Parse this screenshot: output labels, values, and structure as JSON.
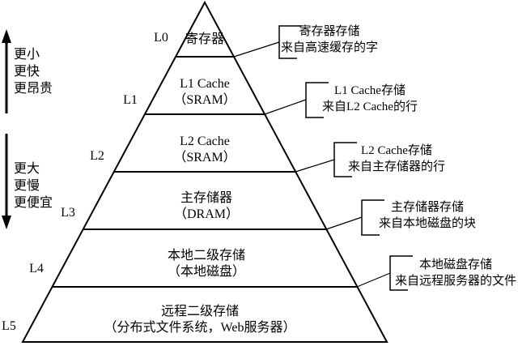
{
  "colors": {
    "line": "#000000",
    "background": "#ffffff"
  },
  "left_annotations": {
    "top": {
      "line1": "更小",
      "line2": "更快",
      "line3": "更昂贵"
    },
    "bottom": {
      "line1": "更大",
      "line2": "更慢",
      "line3": "更便宜"
    }
  },
  "levels": [
    {
      "id": "L0",
      "caption_line1": "寄存器",
      "caption_line2": ""
    },
    {
      "id": "L1",
      "caption_line1": "L1 Cache",
      "caption_line2": "（SRAM）"
    },
    {
      "id": "L2",
      "caption_line1": "L2 Cache",
      "caption_line2": "（SRAM）"
    },
    {
      "id": "L3",
      "caption_line1": "主存储器",
      "caption_line2": "（DRAM）"
    },
    {
      "id": "L4",
      "caption_line1": "本地二级存储",
      "caption_line2": "（本地磁盘）"
    },
    {
      "id": "L5",
      "caption_line1": "远程二级存储",
      "caption_line2": "（分布式文件系统，Web服务器）"
    }
  ],
  "callouts": [
    {
      "line1": "寄存器存储",
      "line2": "来自高速缓存的字"
    },
    {
      "line1": "L1 Cache存储",
      "line2": "来自L2 Cache的行"
    },
    {
      "line1": "L2 Cache存储",
      "line2": "来自主存储器的行"
    },
    {
      "line1": "主存储器存储",
      "line2": "来自本地磁盘的块"
    },
    {
      "line1": "本地磁盘存储",
      "line2": "来自远程服务器的文件"
    }
  ]
}
